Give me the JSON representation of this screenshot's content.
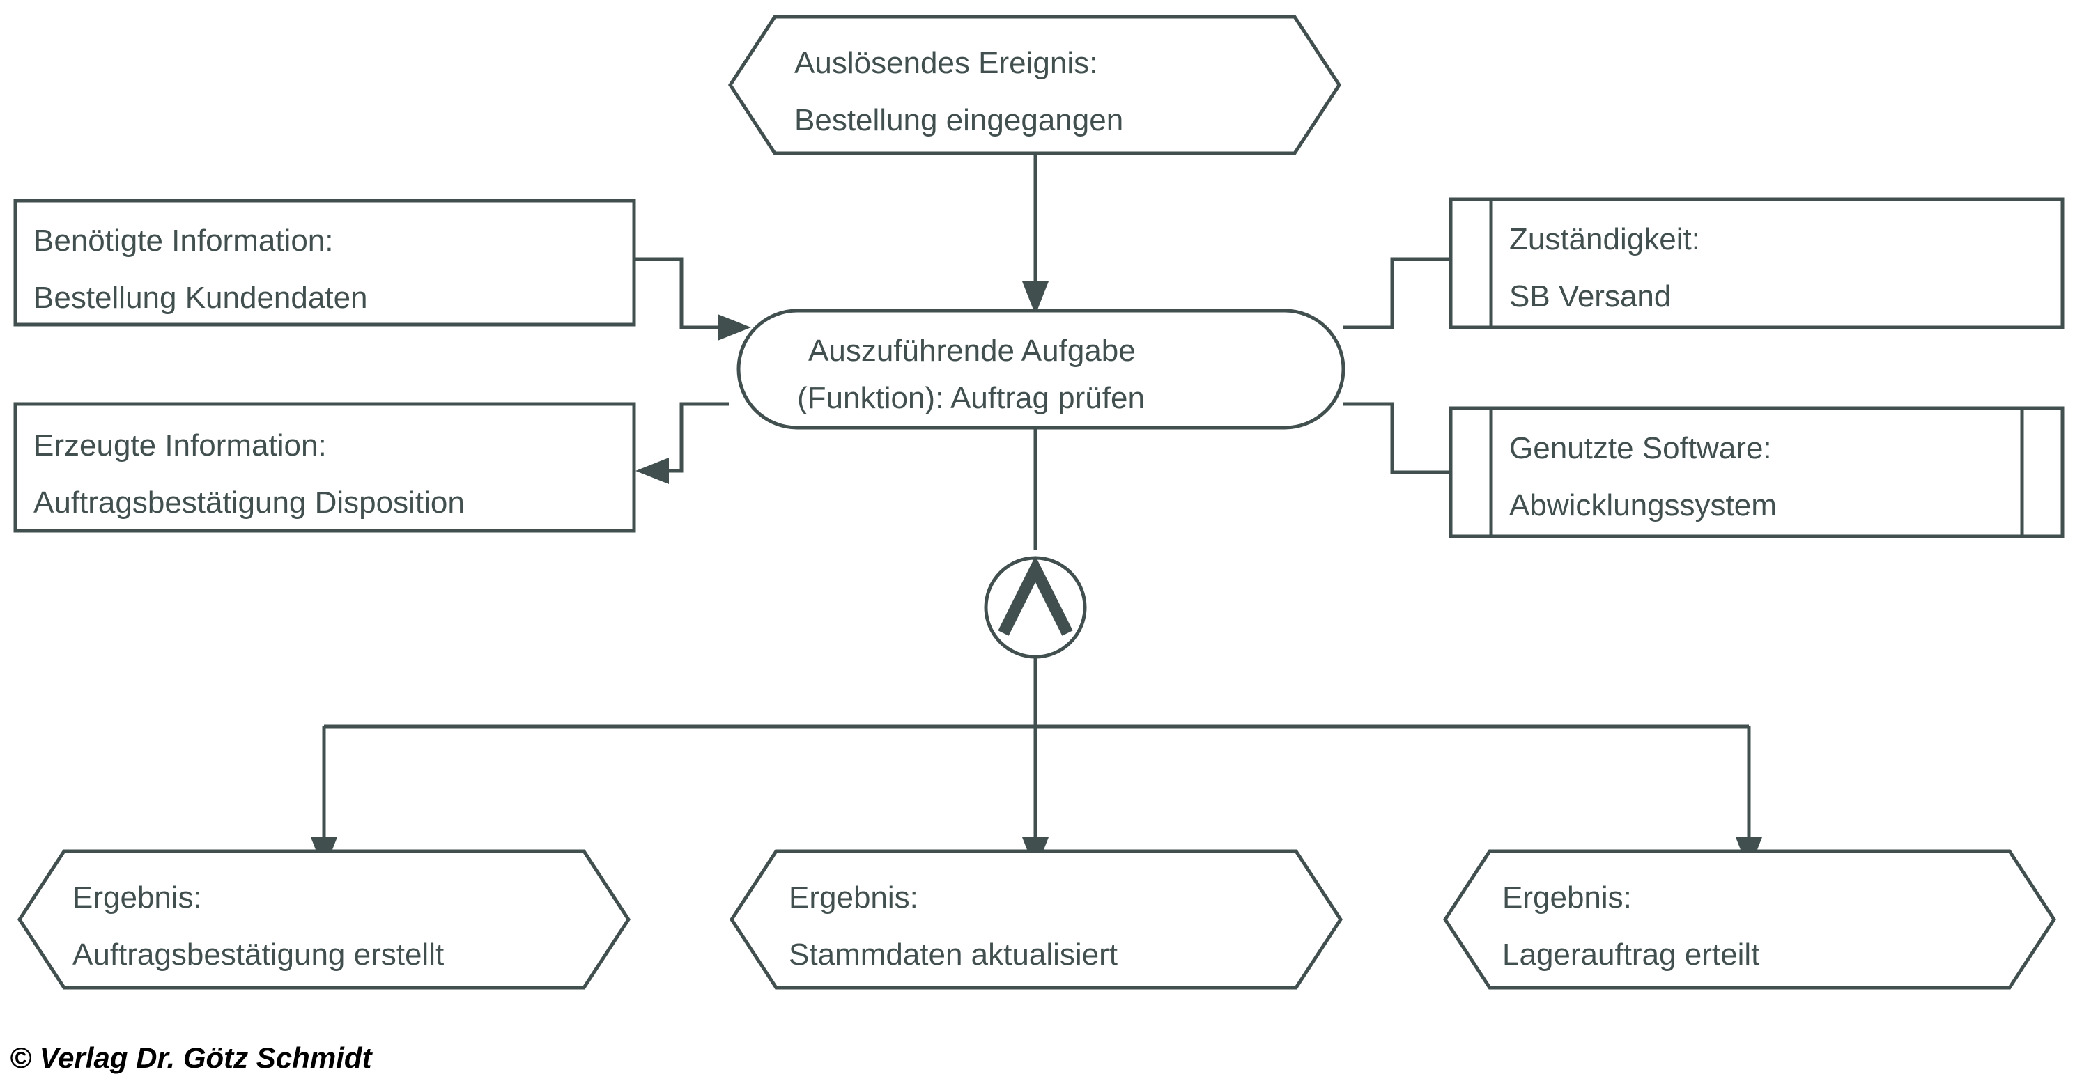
{
  "diagram": {
    "type": "epc-event-driven-process-chain",
    "colors": {
      "stroke": "#41504f",
      "background": "#ffffff",
      "footer_text": "#000000"
    },
    "trigger_event": {
      "shape": "hexagon",
      "line1": "Auslösendes Ereignis:",
      "line2": "Bestellung eingegangen"
    },
    "required_information": {
      "shape": "rectangle",
      "line1": "Benötigte Information:",
      "line2": "Bestellung Kundendaten"
    },
    "produced_information": {
      "shape": "rectangle",
      "line1": "Erzeugte Information:",
      "line2": "Auftragsbestätigung Disposition"
    },
    "function": {
      "shape": "rounded-rectangle",
      "line1": "Auszuführende Aufgabe",
      "line2": "(Funktion): Auftrag prüfen"
    },
    "responsibility": {
      "shape": "organizational-unit",
      "line1": "Zuständigkeit:",
      "line2": "SB Versand"
    },
    "software": {
      "shape": "system-box",
      "line1": "Genutzte Software:",
      "line2": "Abwicklungssystem"
    },
    "connector": {
      "shape": "circle",
      "operator": "AND",
      "symbol": "∧"
    },
    "results": [
      {
        "shape": "hexagon",
        "line1": "Ergebnis:",
        "line2": "Auftragsbestätigung erstellt"
      },
      {
        "shape": "hexagon",
        "line1": "Ergebnis:",
        "line2": "Stammdaten aktualisiert"
      },
      {
        "shape": "hexagon",
        "line1": "Ergebnis:",
        "line2": "Lagerauftrag erteilt"
      }
    ],
    "footer": {
      "copyright": "© Verlag Dr. Götz Schmidt"
    }
  }
}
